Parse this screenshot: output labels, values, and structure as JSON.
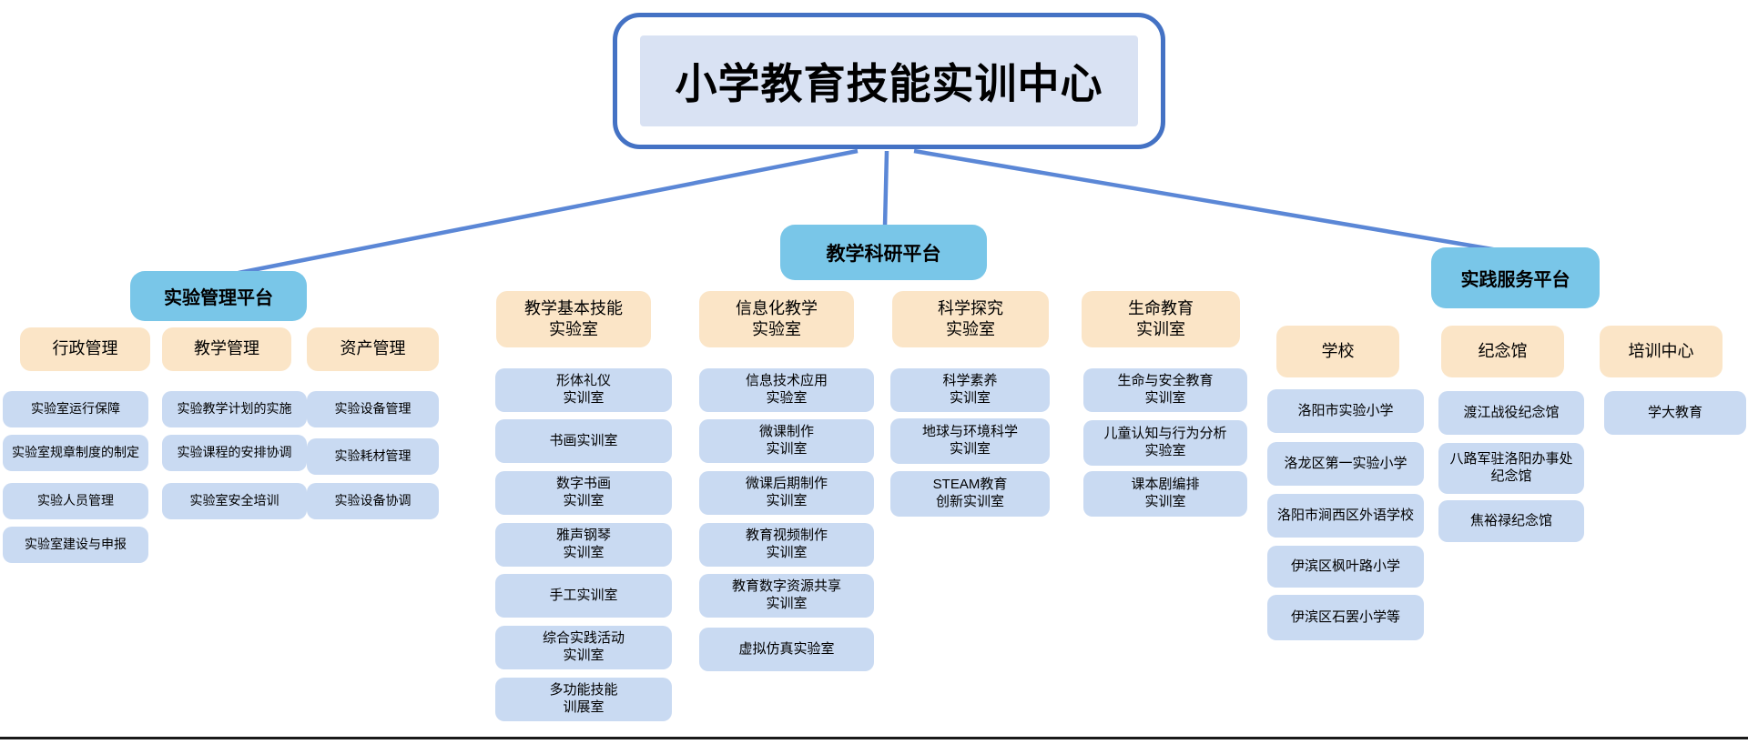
{
  "root": {
    "title": "小学教育技能实训中心"
  },
  "colors": {
    "accent": "#4472C4",
    "connector": "#5B87D6",
    "platform-fill": "#79C6E8",
    "category-fill": "#FBE5C7",
    "leaf-fill": "#C9DAF2",
    "title-fill": "#D9E2F3"
  },
  "branches": [
    {
      "name": "experiment-management-platform",
      "label": "实验管理平台",
      "groups": [
        {
          "label": "行政管理",
          "items": [
            "实验室运行保障",
            "实验室规章制度的制定",
            "实验人员管理",
            "实验室建设与申报"
          ]
        },
        {
          "label": "教学管理",
          "items": [
            "实验教学计划的实施",
            "实验课程的安排协调",
            "实验室安全培训"
          ]
        },
        {
          "label": "资产管理",
          "items": [
            "实验设备管理",
            "实验耗材管理",
            "实验设备协调"
          ]
        }
      ]
    },
    {
      "name": "teaching-research-platform",
      "label": "教学科研平台",
      "groups": [
        {
          "label": "教学基本技能\n实验室",
          "items": [
            "形体礼仪\n实训室",
            "书画实训室",
            "数字书画\n实训室",
            "雅声钢琴\n实训室",
            "手工实训室",
            "综合实践活动\n实训室",
            "多功能技能\n训展室"
          ]
        },
        {
          "label": "信息化教学\n实验室",
          "items": [
            "信息技术应用\n实验室",
            "微课制作\n实训室",
            "微课后期制作\n实训室",
            "教育视频制作\n实训室",
            "教育数字资源共享\n实训室",
            "虚拟仿真实验室"
          ]
        },
        {
          "label": "科学探究\n实验室",
          "items": [
            "科学素养\n实训室",
            "地球与环境科学\n实训室",
            "STEAM教育\n创新实训室"
          ]
        },
        {
          "label": "生命教育\n实训室",
          "items": [
            "生命与安全教育\n实训室",
            "儿童认知与行为分析\n实验室",
            "课本剧编排\n实训室"
          ]
        }
      ]
    },
    {
      "name": "practice-service-platform",
      "label": "实践服务平台",
      "groups": [
        {
          "label": "学校",
          "items": [
            "洛阳市实验小学",
            "洛龙区第一实验小学",
            "洛阳市涧西区外语学校",
            "伊滨区枫叶路小学",
            "伊滨区石罢小学等"
          ]
        },
        {
          "label": "纪念馆",
          "items": [
            "渡江战役纪念馆",
            "八路军驻洛阳办事处\n纪念馆",
            "焦裕禄纪念馆"
          ]
        },
        {
          "label": "培训中心",
          "items": [
            "学大教育"
          ]
        }
      ]
    }
  ]
}
